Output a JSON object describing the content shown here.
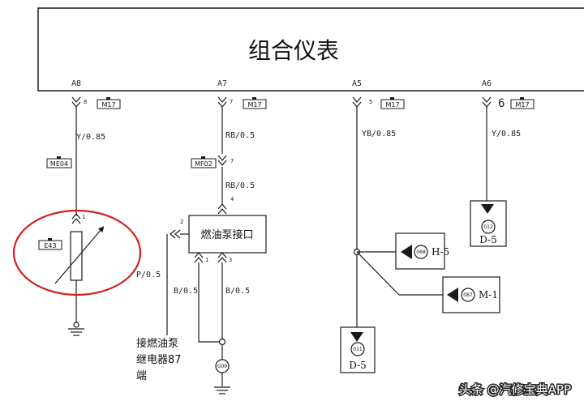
{
  "module": {
    "title": "组合仪表"
  },
  "pins": {
    "a8": {
      "name": "A8",
      "num": "8",
      "connector": "M17",
      "wire": "Y/0.85"
    },
    "a7": {
      "name": "A7",
      "num": "7",
      "connector": "M17",
      "wire": "RB/0.5"
    },
    "a5": {
      "name": "A5",
      "num": "5",
      "connector": "M17",
      "wire": "YB/0.85"
    },
    "a6": {
      "name": "A6",
      "num": "6",
      "connector": "M17",
      "wire": "Y/0.85"
    }
  },
  "left_branch": {
    "connector": "ME04",
    "sensor_label": "E43",
    "pin": "1"
  },
  "mid_branch": {
    "connector": "MF02",
    "connector_pin": "7",
    "wire2": "RB/0.5",
    "pin4": "4",
    "block_label": "燃油泵接口",
    "pin2": "2",
    "pin1": "1",
    "pin3": "3",
    "wire_p": "P/0.5",
    "wire_b1": "B/0.5",
    "wire_b2": "B/0.5",
    "ground_num": "G09",
    "relay_note": [
      "接燃油泵",
      "继电器87",
      "端"
    ]
  },
  "right_branch": {
    "ref_h": {
      "num": "068",
      "label": "H-5"
    },
    "ref_m": {
      "num": "087",
      "label": "M-1"
    },
    "ref_d_low": {
      "num": "011",
      "label": "D-5"
    },
    "ref_d_high": {
      "num": "012",
      "label": "D-5"
    }
  },
  "colors": {
    "line": "#1a1a1a",
    "highlight": "#d21f1f"
  },
  "watermark": "头条 @汽修宝典APP"
}
